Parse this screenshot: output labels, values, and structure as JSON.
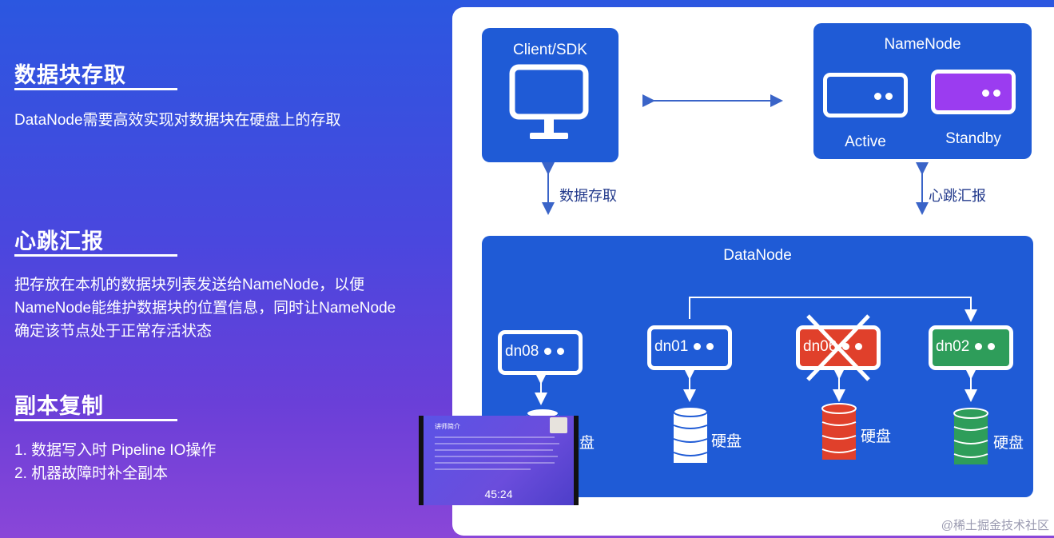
{
  "left_panel": {
    "sections": [
      {
        "title": "数据块存取",
        "body": [
          "DataNode需要高效实现对数据块在硬盘上的存取"
        ]
      },
      {
        "title": "心跳汇报",
        "body": [
          "把存放在本机的数据块列表发送给NameNode，以便",
          "NameNode能维护数据块的位置信息，同时让NameNode",
          "确定该节点处于正常存活状态"
        ]
      },
      {
        "title": "副本复制",
        "body": [
          "1. 数据写入时 Pipeline IO操作",
          "2. 机器故障时补全副本"
        ]
      }
    ]
  },
  "diagram": {
    "client_title": "Client/SDK",
    "namenode_title": "NameNode",
    "active_label": "Active",
    "standby_label": "Standby",
    "data_access_label": "数据存取",
    "heartbeat_label": "心跳汇报",
    "datanode_title": "DataNode",
    "nodes": [
      {
        "name": "dn08",
        "color": "#1f5bd6"
      },
      {
        "name": "dn01",
        "color": "#1f5bd6"
      },
      {
        "name": "dn06",
        "color": "#e0402b"
      },
      {
        "name": "dn02",
        "color": "#2e9d5a"
      }
    ],
    "disk_label": "硬盘",
    "colors": {
      "blue": "#1f5bd6",
      "purple": "#9b3cf0",
      "red": "#e0402b",
      "green": "#2e9d5a"
    }
  },
  "video": {
    "title": "讲师简介",
    "time": "45:24"
  },
  "footer": {
    "credit": "@稀土掘金技术社区"
  }
}
